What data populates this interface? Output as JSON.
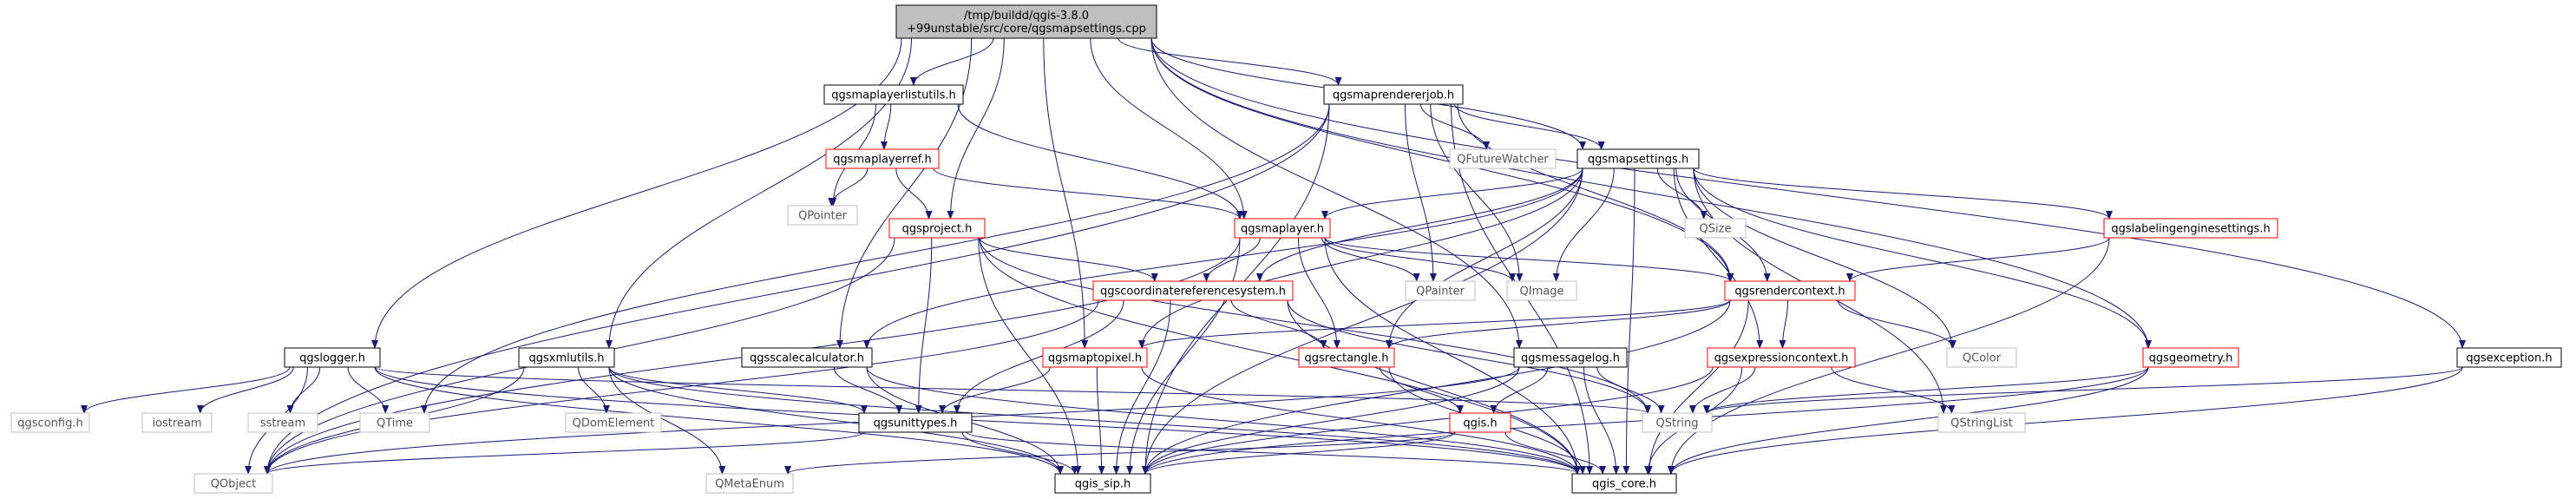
{
  "colors": {
    "root_fill": "#bfbfbf",
    "file_border": "#000000",
    "header_border": "#ff0000",
    "external_border": "#bfbfbf",
    "text_dark": "#000000",
    "text_gray": "#555555",
    "edge": "#191970"
  },
  "nodes": [
    {
      "id": "root",
      "lines": [
        "/tmp/buildd/qgis-3.8.0",
        "+99unstable/src/core/qgsmapsettings.cpp"
      ],
      "kind": "root"
    },
    {
      "id": "maplayerlistutils",
      "lines": [
        "qgsmaplayerlistutils.h"
      ],
      "kind": "file"
    },
    {
      "id": "maprendererjob",
      "lines": [
        "qgsmaprendererjob.h"
      ],
      "kind": "file"
    },
    {
      "id": "maplayerref",
      "lines": [
        "qgsmaplayerref.h"
      ],
      "kind": "header"
    },
    {
      "id": "mapsettings",
      "lines": [
        "qgsmapsettings.h"
      ],
      "kind": "file"
    },
    {
      "id": "qfuturewatcher",
      "lines": [
        "QFutureWatcher"
      ],
      "kind": "external"
    },
    {
      "id": "qpointer",
      "lines": [
        "QPointer"
      ],
      "kind": "external"
    },
    {
      "id": "project",
      "lines": [
        "qgsproject.h"
      ],
      "kind": "header"
    },
    {
      "id": "maplayer",
      "lines": [
        "qgsmaplayer.h"
      ],
      "kind": "header"
    },
    {
      "id": "qsize",
      "lines": [
        "QSize"
      ],
      "kind": "external"
    },
    {
      "id": "labelingengine",
      "lines": [
        "qgslabelingenginesettings.h"
      ],
      "kind": "header"
    },
    {
      "id": "qpainter",
      "lines": [
        "QPainter"
      ],
      "kind": "external"
    },
    {
      "id": "qimage",
      "lines": [
        "QImage"
      ],
      "kind": "external"
    },
    {
      "id": "crs",
      "lines": [
        "qgscoordinatereferencesystem.h"
      ],
      "kind": "header"
    },
    {
      "id": "rendercontext",
      "lines": [
        "qgsrendercontext.h"
      ],
      "kind": "header"
    },
    {
      "id": "logger",
      "lines": [
        "qgslogger.h"
      ],
      "kind": "file"
    },
    {
      "id": "xmlutils",
      "lines": [
        "qgsxmlutils.h"
      ],
      "kind": "file"
    },
    {
      "id": "scalecalc",
      "lines": [
        "qgsscalecalculator.h"
      ],
      "kind": "file"
    },
    {
      "id": "maptopixel",
      "lines": [
        "qgsmaptopixel.h"
      ],
      "kind": "header"
    },
    {
      "id": "rectangle",
      "lines": [
        "qgsrectangle.h"
      ],
      "kind": "header"
    },
    {
      "id": "messagelog",
      "lines": [
        "qgsmessagelog.h"
      ],
      "kind": "file"
    },
    {
      "id": "exprcontext",
      "lines": [
        "qgsexpressioncontext.h"
      ],
      "kind": "header"
    },
    {
      "id": "qcolor",
      "lines": [
        "QColor"
      ],
      "kind": "external"
    },
    {
      "id": "geometry",
      "lines": [
        "qgsgeometry.h"
      ],
      "kind": "header"
    },
    {
      "id": "exception",
      "lines": [
        "qgsexception.h"
      ],
      "kind": "file"
    },
    {
      "id": "qgsconfig",
      "lines": [
        "qgsconfig.h"
      ],
      "kind": "external"
    },
    {
      "id": "iostream",
      "lines": [
        "iostream"
      ],
      "kind": "external"
    },
    {
      "id": "sstream",
      "lines": [
        "sstream"
      ],
      "kind": "external"
    },
    {
      "id": "qtime",
      "lines": [
        "QTime"
      ],
      "kind": "external"
    },
    {
      "id": "qdomelement",
      "lines": [
        "QDomElement"
      ],
      "kind": "external"
    },
    {
      "id": "unittypes",
      "lines": [
        "qgsunittypes.h"
      ],
      "kind": "file"
    },
    {
      "id": "qgis",
      "lines": [
        "qgis.h"
      ],
      "kind": "header"
    },
    {
      "id": "qstring",
      "lines": [
        "QString"
      ],
      "kind": "external"
    },
    {
      "id": "qstringlist",
      "lines": [
        "QStringList"
      ],
      "kind": "external"
    },
    {
      "id": "qobject",
      "lines": [
        "QObject"
      ],
      "kind": "external"
    },
    {
      "id": "qmetaenum",
      "lines": [
        "QMetaEnum"
      ],
      "kind": "external"
    },
    {
      "id": "sip",
      "lines": [
        "qgis_sip.h"
      ],
      "kind": "file"
    },
    {
      "id": "core",
      "lines": [
        "qgis_core.h"
      ],
      "kind": "file"
    }
  ],
  "edges": [
    [
      "root",
      "maplayerlistutils"
    ],
    [
      "root",
      "maprendererjob"
    ],
    [
      "root",
      "mapsettings"
    ],
    [
      "root",
      "project"
    ],
    [
      "root",
      "maplayer"
    ],
    [
      "root",
      "logger"
    ],
    [
      "root",
      "xmlutils"
    ],
    [
      "root",
      "scalecalc"
    ],
    [
      "root",
      "maptopixel"
    ],
    [
      "root",
      "rendercontext"
    ],
    [
      "root",
      "geometry"
    ],
    [
      "root",
      "exception"
    ],
    [
      "root",
      "messagelog"
    ],
    [
      "maplayerlistutils",
      "maplayerref"
    ],
    [
      "maplayerlistutils",
      "qpointer"
    ],
    [
      "maplayerlistutils",
      "maplayer"
    ],
    [
      "maplayerref",
      "qpointer"
    ],
    [
      "maplayerref",
      "project"
    ],
    [
      "maplayerref",
      "maplayer"
    ],
    [
      "maprendererjob",
      "qfuturewatcher"
    ],
    [
      "maprendererjob",
      "mapsettings"
    ],
    [
      "maprendererjob",
      "qpainter"
    ],
    [
      "maprendererjob",
      "qimage"
    ],
    [
      "maprendererjob",
      "qobject"
    ],
    [
      "maprendererjob",
      "qtime"
    ],
    [
      "maprendererjob",
      "sip"
    ],
    [
      "maprendererjob",
      "core"
    ],
    [
      "maprendererjob",
      "rendercontext"
    ],
    [
      "mapsettings",
      "maplayer"
    ],
    [
      "mapsettings",
      "qsize"
    ],
    [
      "mapsettings",
      "qimage"
    ],
    [
      "mapsettings",
      "labelingengine"
    ],
    [
      "mapsettings",
      "crs"
    ],
    [
      "mapsettings",
      "rendercontext"
    ],
    [
      "mapsettings",
      "maptopixel"
    ],
    [
      "mapsettings",
      "rectangle"
    ],
    [
      "mapsettings",
      "exprcontext"
    ],
    [
      "mapsettings",
      "qcolor"
    ],
    [
      "mapsettings",
      "geometry"
    ],
    [
      "mapsettings",
      "qstringlist"
    ],
    [
      "mapsettings",
      "core"
    ],
    [
      "mapsettings",
      "scalecalc"
    ],
    [
      "mapsettings",
      "sip"
    ],
    [
      "project",
      "crs"
    ],
    [
      "project",
      "unittypes"
    ],
    [
      "project",
      "qobject"
    ],
    [
      "project",
      "sip"
    ],
    [
      "project",
      "core"
    ],
    [
      "project",
      "qstring"
    ],
    [
      "maplayer",
      "qpainter"
    ],
    [
      "maplayer",
      "qimage"
    ],
    [
      "maplayer",
      "crs"
    ],
    [
      "maplayer",
      "rectangle"
    ],
    [
      "maplayer",
      "rendercontext"
    ],
    [
      "maplayer",
      "sip"
    ],
    [
      "maplayer",
      "core"
    ],
    [
      "maplayer",
      "qobject"
    ],
    [
      "labelingengine",
      "rendercontext"
    ],
    [
      "labelingengine",
      "core"
    ],
    [
      "crs",
      "rectangle"
    ],
    [
      "crs",
      "unittypes"
    ],
    [
      "crs",
      "qstring"
    ],
    [
      "crs",
      "sip"
    ],
    [
      "crs",
      "core"
    ],
    [
      "crs",
      "qobject"
    ],
    [
      "rendercontext",
      "qcolor"
    ],
    [
      "rendercontext",
      "maptopixel"
    ],
    [
      "rendercontext",
      "rectangle"
    ],
    [
      "rendercontext",
      "exprcontext"
    ],
    [
      "rendercontext",
      "sip"
    ],
    [
      "rendercontext",
      "core"
    ],
    [
      "logger",
      "qgsconfig"
    ],
    [
      "logger",
      "iostream"
    ],
    [
      "logger",
      "sstream"
    ],
    [
      "logger",
      "qtime"
    ],
    [
      "logger",
      "qstring"
    ],
    [
      "logger",
      "sip"
    ],
    [
      "logger",
      "core"
    ],
    [
      "logger",
      "qobject"
    ],
    [
      "xmlutils",
      "qdomelement"
    ],
    [
      "xmlutils",
      "unittypes"
    ],
    [
      "xmlutils",
      "qmetaenum"
    ],
    [
      "xmlutils",
      "sip"
    ],
    [
      "xmlutils",
      "core"
    ],
    [
      "xmlutils",
      "qobject"
    ],
    [
      "scalecalc",
      "unittypes"
    ],
    [
      "scalecalc",
      "sip"
    ],
    [
      "scalecalc",
      "core"
    ],
    [
      "maptopixel",
      "unittypes"
    ],
    [
      "maptopixel",
      "sip"
    ],
    [
      "maptopixel",
      "core"
    ],
    [
      "rectangle",
      "qgis"
    ],
    [
      "rectangle",
      "core"
    ],
    [
      "messagelog",
      "qgis"
    ],
    [
      "messagelog",
      "qstring"
    ],
    [
      "messagelog",
      "sip"
    ],
    [
      "messagelog",
      "core"
    ],
    [
      "messagelog",
      "qobject"
    ],
    [
      "exprcontext",
      "qstring"
    ],
    [
      "exprcontext",
      "qstringlist"
    ],
    [
      "exprcontext",
      "sip"
    ],
    [
      "exprcontext",
      "core"
    ],
    [
      "geometry",
      "qstring"
    ],
    [
      "geometry",
      "sip"
    ],
    [
      "geometry",
      "core"
    ],
    [
      "exception",
      "qstring"
    ],
    [
      "exception",
      "core"
    ],
    [
      "unittypes",
      "qobject"
    ],
    [
      "unittypes",
      "sip"
    ],
    [
      "unittypes",
      "core"
    ],
    [
      "qgis",
      "qmetaenum"
    ],
    [
      "qgis",
      "sip"
    ],
    [
      "qgis",
      "core"
    ]
  ]
}
